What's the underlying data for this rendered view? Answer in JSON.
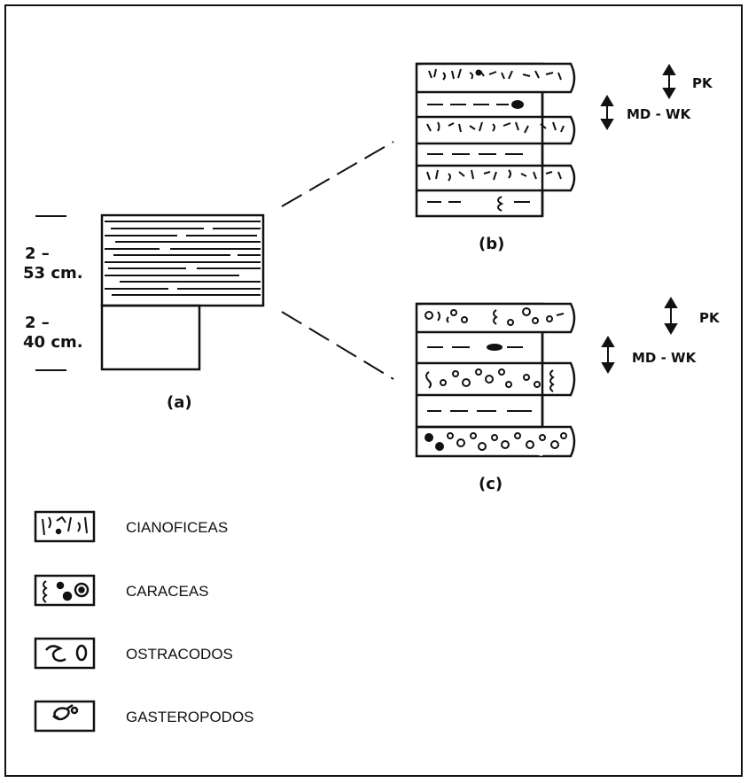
{
  "thickness_labels": {
    "upper_prefix": "2 –",
    "upper_value": "53 cm.",
    "lower_prefix": "2 –",
    "lower_value": "40 cm."
  },
  "panel_labels": {
    "a": "(a)",
    "b": "(b)",
    "c": "(c)"
  },
  "facies_labels": {
    "b_top": "PK",
    "b_bottom": "MD - WK",
    "c_top": "PK",
    "c_bottom": "MD - WK"
  },
  "legend": [
    {
      "label": "CIANOFICEAS",
      "icon": "cyanophyceae-icon"
    },
    {
      "label": "CARACEAS",
      "icon": "charophyte-icon"
    },
    {
      "label": "OSTRACODOS",
      "icon": "ostracod-icon"
    },
    {
      "label": "GASTEROPODOS",
      "icon": "gastropod-icon"
    }
  ],
  "colors": {
    "ink": "#111111",
    "background": "#ffffff"
  }
}
